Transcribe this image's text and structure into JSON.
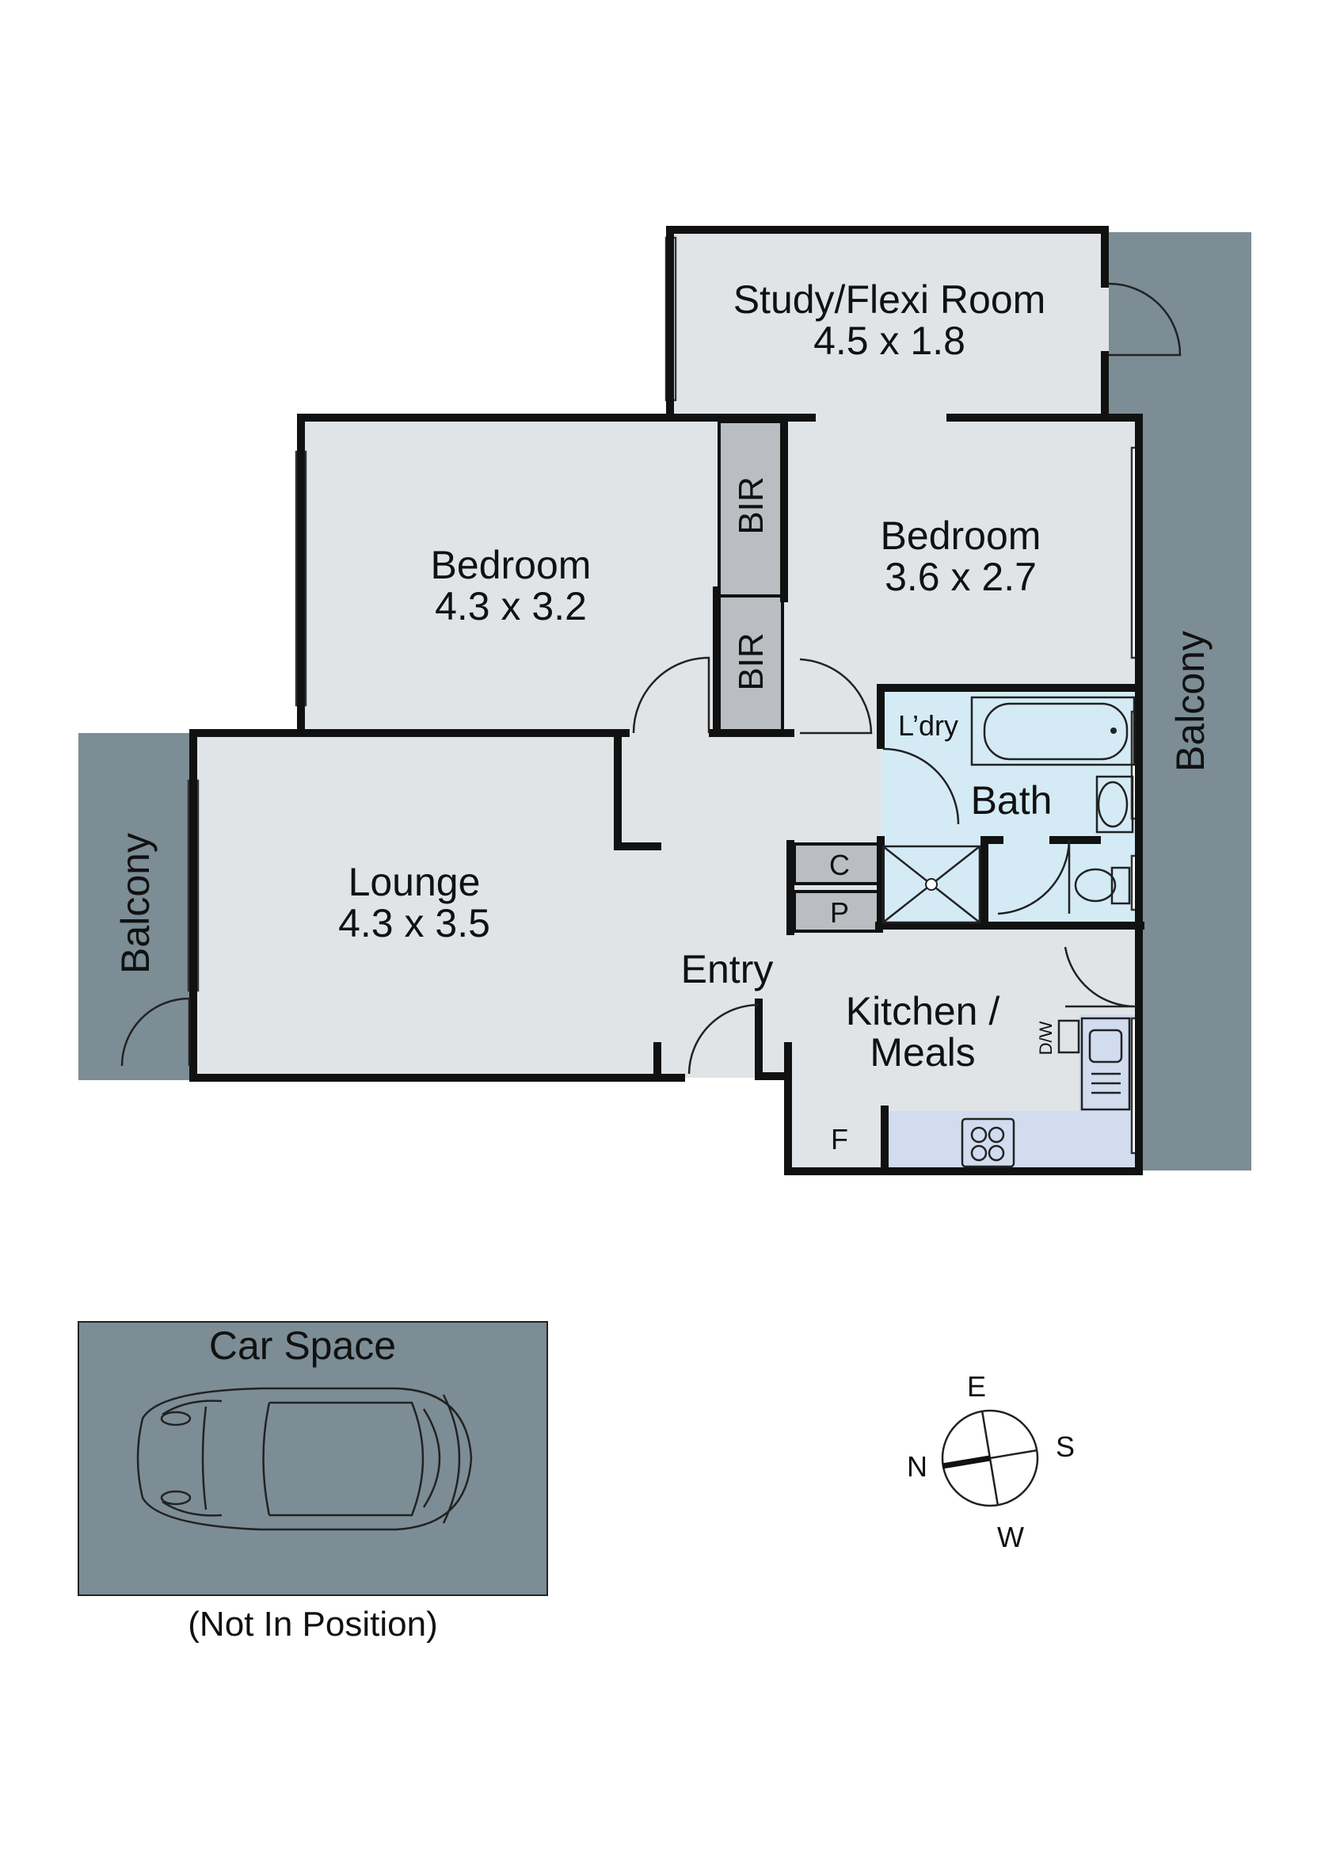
{
  "colors": {
    "interior": "#e1e4e7",
    "exterior": "#7c8d95",
    "wet_area": "#d4ebf6",
    "bench": "#d1dcef",
    "storage": "#babdc1",
    "wall": "#111111"
  },
  "rooms": {
    "study": {
      "name": "Study/Flexi Room",
      "size": "4.5 x 1.8"
    },
    "bedroom_left": {
      "name": "Bedroom",
      "size": "4.3 x 3.2"
    },
    "bedroom_right": {
      "name": "Bedroom",
      "size": "3.6 x 2.7"
    },
    "lounge": {
      "name": "Lounge",
      "size": "4.3 x 3.5"
    },
    "kitchen": {
      "name_line1": "Kitchen /",
      "name_line2": "Meals"
    },
    "entry": {
      "name": "Entry"
    },
    "bath": {
      "name": "Bath"
    },
    "laundry": {
      "name": "L’dry"
    }
  },
  "storage": {
    "bir_top": "BIR",
    "bir_bottom": "BIR",
    "cupboard": "C",
    "pantry": "P",
    "fridge": "F",
    "dishwasher": "D/W"
  },
  "balconies": {
    "left": "Balcony",
    "right": "Balcony"
  },
  "car_space": {
    "label": "Car Space",
    "note": "(Not In Position)"
  },
  "compass": {
    "north": "N",
    "east": "E",
    "south": "S",
    "west": "W"
  }
}
